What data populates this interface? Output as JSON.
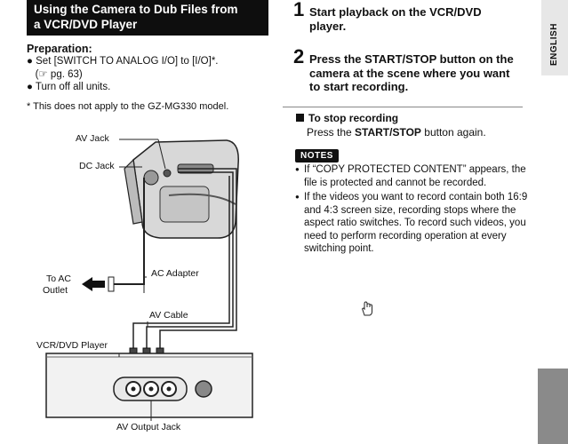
{
  "header": {
    "line1": "Using the Camera to Dub Files from",
    "line2": "a VCR/DVD Player"
  },
  "preparation": {
    "title": "Preparation:",
    "bullets": [
      "● Set [SWITCH TO ANALOG I/O] to [I/O]*.",
      "   (☞ pg. 63)",
      "● Turn off all units."
    ],
    "footnote": "* This does not apply to the GZ-MG330 model."
  },
  "diagram": {
    "av_jack": "AV Jack",
    "dc_jack": "DC Jack",
    "to_ac_outlet_1": "To AC",
    "to_ac_outlet_2": "Outlet",
    "ac_adapter": "AC Adapter",
    "av_cable": "AV Cable",
    "vcr_player": "VCR/DVD Player",
    "av_output_jack": "AV Output Jack"
  },
  "steps": [
    {
      "num": "1",
      "line1": "Start playback on the VCR/DVD",
      "line2": "player."
    },
    {
      "num": "2",
      "line1": "Press the START/STOP button on the",
      "line2": "camera at the scene where you want",
      "line3": "to start recording."
    }
  ],
  "stop": {
    "title": "To stop recording",
    "body_prefix": "Press the ",
    "body_bold": "START/STOP",
    "body_suffix": " button again."
  },
  "notes": {
    "badge": "NOTES",
    "items": [
      "If “COPY PROTECTED CONTENT” appears, the file is protected and cannot be recorded.",
      "If the videos you want to record contain both 16:9 and 4:3 screen size, recording stops where the aspect ratio switches. To record such videos, you need to perform recording operation at every switching point."
    ]
  },
  "side_tab": "ENGLISH"
}
